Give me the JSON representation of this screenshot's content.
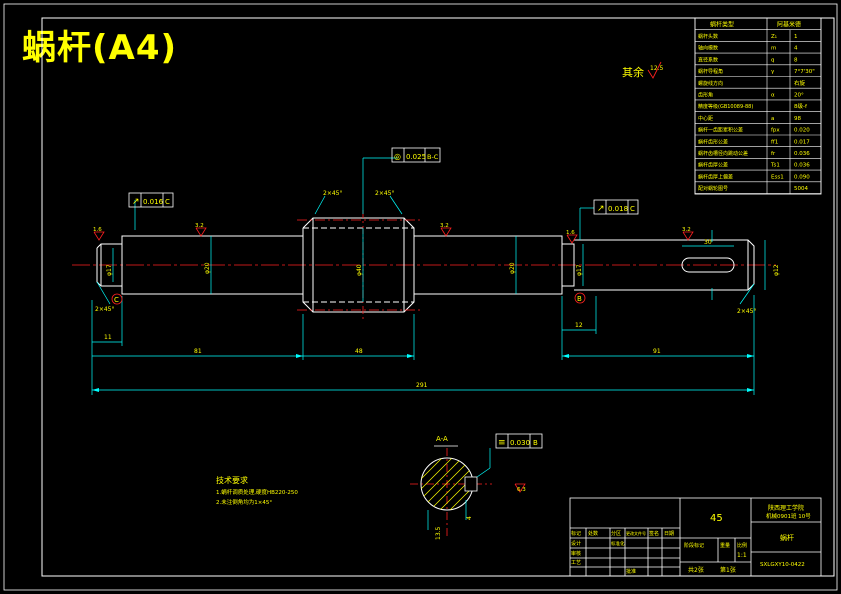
{
  "title_banner": "蜗杆(A4)",
  "colors": {
    "background": "#000000",
    "frame": "#ffffff",
    "outline": "#ffffff",
    "centerline": "#ff2020",
    "dimension": "#00ffff",
    "text": "#ffff00",
    "roughness": "#ff2020",
    "hatch": "#ffff00"
  },
  "roughness_rest": "其余",
  "roughness_rest_value": "12.5",
  "param_table": {
    "header": [
      "蜗杆类型",
      "阿基米德"
    ],
    "rows": [
      [
        "蜗杆头数",
        "Z₁",
        "1"
      ],
      [
        "轴向模数",
        "m",
        "4"
      ],
      [
        "直径系数",
        "q",
        "8"
      ],
      [
        "蜗杆导程角",
        "γ",
        "7°7'30\""
      ],
      [
        "螺旋线方向",
        "",
        "右旋"
      ],
      [
        "齿形角",
        "α",
        "20°"
      ],
      [
        "精度等级(GB10089-88)",
        "",
        "8级-f"
      ],
      [
        "中心距",
        "a",
        "98"
      ],
      [
        "蜗杆一齿距累积公差",
        "fpx",
        "0.020"
      ],
      [
        "蜗杆齿形公差",
        "ff1",
        "0.017"
      ],
      [
        "蜗杆齿槽径向跳动公差",
        "fr",
        "0.036"
      ],
      [
        "蜗杆齿厚公差",
        "Ts1",
        "0.036"
      ],
      [
        "蜗杆齿厚上偏差",
        "Ess1",
        "0.090"
      ],
      [
        "配对蜗轮图号",
        "",
        "5004"
      ]
    ]
  },
  "tolerance_frames": {
    "runout_left": {
      "symbol": "↗",
      "value": "0.016",
      "datum": "C"
    },
    "runout_right": {
      "symbol": "↗",
      "value": "0.018",
      "datum": "C"
    },
    "cylindricity_top": {
      "symbol": "◎",
      "value": "0.025",
      "datum": "B-C"
    },
    "section": {
      "symbol": "≡",
      "value": "0.030",
      "datum": "B"
    }
  },
  "roughness_marks": [
    "1.6",
    "3.2",
    "3.2",
    "1.6",
    "3.2",
    "6.3"
  ],
  "dimensions": {
    "total_length": "291",
    "left_step": "11",
    "left_section": "81",
    "thread_length": "48",
    "right_section": "91",
    "groove": "12",
    "keyway_length": "30",
    "chamfer_left": "2×45°",
    "chamfer_right": "2×45°",
    "thread_chamfer_left": "2×45°",
    "thread_chamfer_right": "2×45°",
    "dia_left": "φ17",
    "dia_body_left": "φ20",
    "dia_thread": "φ40",
    "dia_body_right": "φ20",
    "dia_bearing": "φ17",
    "dia_shaft_end": "φ12",
    "key_width": "4",
    "key_depth": "13.5"
  },
  "section": {
    "label": "A-A",
    "datum": "B"
  },
  "datum_labels": [
    "B",
    "C"
  ],
  "tech_req": {
    "heading": "技术要求",
    "lines": [
      "1.蜗杆调质处理,硬度HB220-250",
      "2.未注倒角均为1×45°"
    ]
  },
  "title_block": {
    "material": "45",
    "school": "陕西理工学院",
    "class": "机械0901班 10号",
    "part_name": "蜗杆",
    "drawing_no": "SXLGXY10-0422",
    "scale": "1:1",
    "sheet_total": "共2张",
    "sheet_no": "第1张",
    "labels": [
      "标记",
      "处数",
      "分区",
      "更改文件号",
      "签名",
      "日期",
      "设计",
      "标准化",
      "审核",
      "工艺",
      "批准",
      "阶段标记",
      "重量",
      "比例"
    ]
  }
}
